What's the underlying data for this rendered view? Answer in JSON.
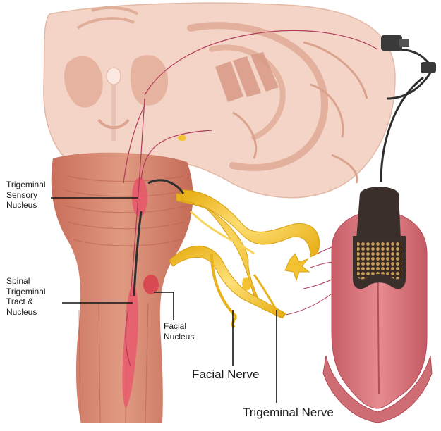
{
  "labels": {
    "trigeminal_sensory": [
      "Trigeminal",
      "Sensory",
      "Nucleus"
    ],
    "spinal_trigeminal": [
      "Spinal",
      "Trigeminal",
      "Tract &",
      "Nucleus"
    ],
    "facial_nucleus": [
      "Facial",
      "Nucleus"
    ],
    "facial_nerve": "Facial Nerve",
    "trigeminal_nerve": "Trigeminal Nerve"
  },
  "colors": {
    "brain_tissue": "#f3d4c6",
    "brain_fold": "#e5b7a2",
    "brainstem": "#d98a74",
    "nucleus": "#e8566b",
    "nerve": "#f2c230",
    "tongue": "#d9727a",
    "electrode": "#3b2f2b",
    "fiber": "#b03a5a"
  },
  "icons": {
    "device": "electrode-array-icon",
    "connector": "cable-connector-icon"
  }
}
